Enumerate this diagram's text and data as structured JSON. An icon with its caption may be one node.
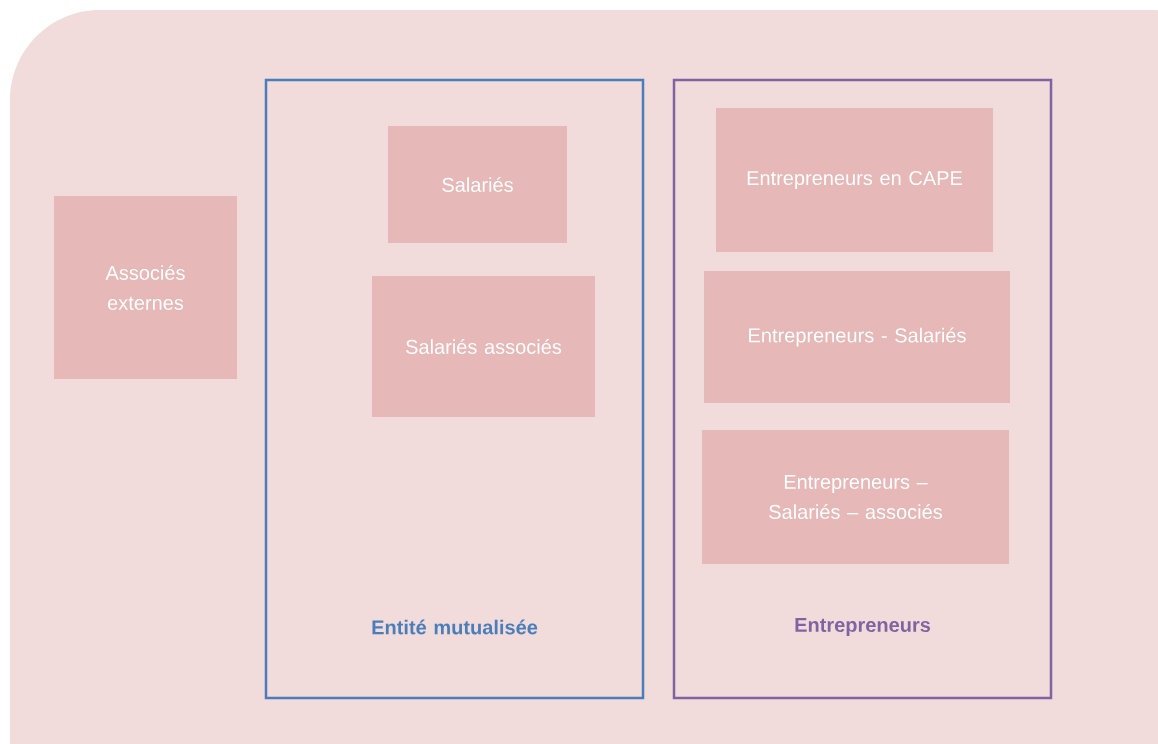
{
  "diagram": {
    "nodes": [
      {
        "text": [
          "Associés externes"
        ]
      },
      {
        "text": [
          "Entité mutualisée"
        ]
      },
      {
        "text": [
          "Salariés"
        ],
        "in": 1
      },
      {
        "text": [
          "Salariés associés"
        ],
        "in": 1
      },
      {
        "text": [
          "Entrepreneurs"
        ]
      },
      {
        "text": [
          "Entrepreneurs en CAPE"
        ],
        "in": 4
      },
      {
        "text": [
          "Entrepreneurs - Salariés"
        ],
        "in": 4
      },
      {
        "text": [
          "Entrepreneurs – Salariés – associés"
        ],
        "in": 4
      }
    ],
    "edges": []
  }
}
